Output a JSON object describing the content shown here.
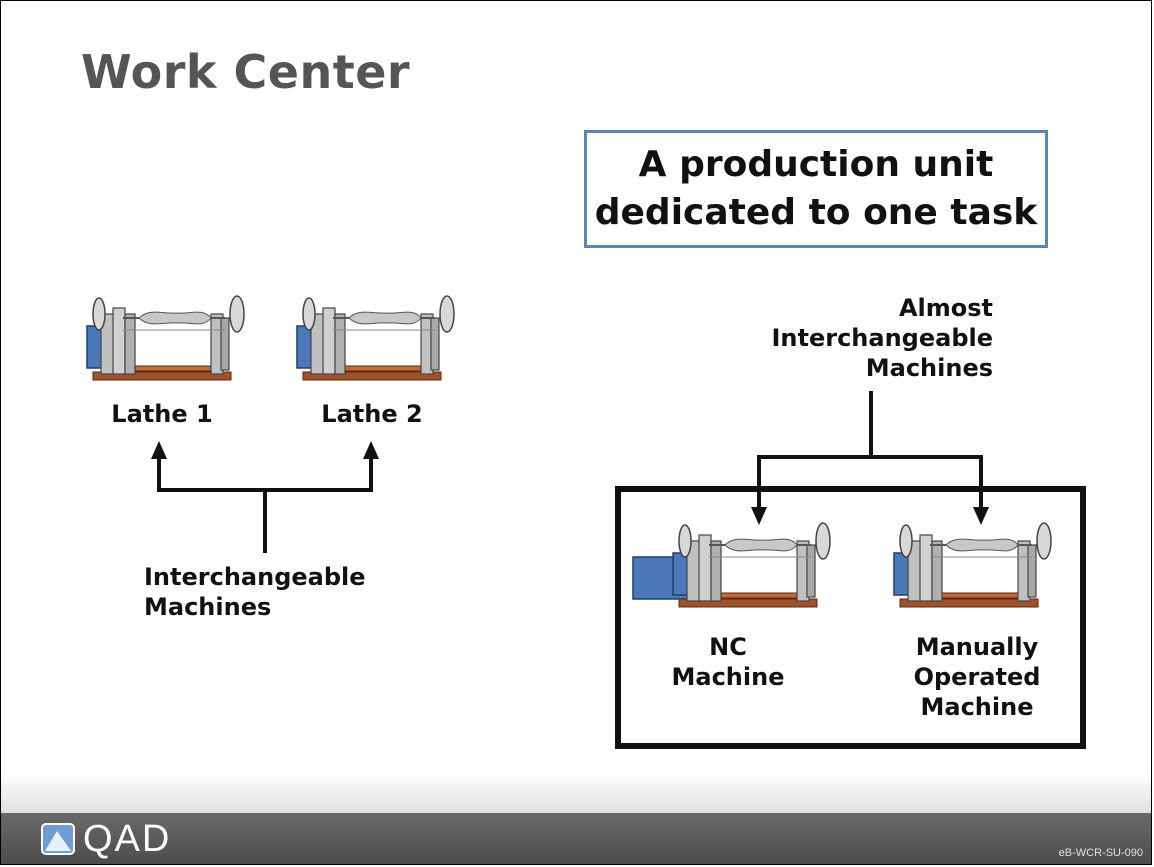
{
  "slide": {
    "title": "Work Center",
    "definition_line1": "A production unit",
    "definition_line2": "dedicated to one task",
    "code": "eB-WCR-SU-090"
  },
  "left_group": {
    "lathe1_label": "Lathe 1",
    "lathe2_label": "Lathe 2",
    "caption_line1": "Interchangeable",
    "caption_line2": "Machines"
  },
  "right_group": {
    "caption_line1": "Almost",
    "caption_line2": "Interchangeable",
    "caption_line3": "Machines",
    "nc_line1": "NC",
    "nc_line2": "Machine",
    "manual_line1": "Manually",
    "manual_line2": "Operated",
    "manual_line3": "Machine"
  },
  "footer": {
    "logo_text": "QAD"
  },
  "colors": {
    "box_border": "#5b86b8",
    "title": "#555555",
    "motor_blue": "#4a78b8",
    "base_brown": "#a0522d",
    "frame_gray": "#b8b8b8"
  }
}
